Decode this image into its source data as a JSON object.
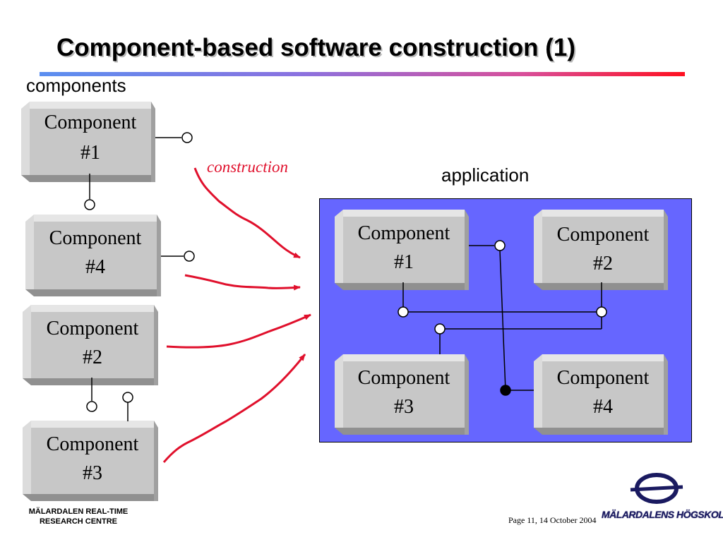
{
  "slide": {
    "title": "Component-based software construction (1)",
    "components_caption": "components",
    "application_caption": "application",
    "construction_label": "construction"
  },
  "left_components": [
    {
      "line1": "Component",
      "line2": "#1"
    },
    {
      "line1": "Component",
      "line2": "#4"
    },
    {
      "line1": "Component",
      "line2": "#2"
    },
    {
      "line1": "Component",
      "line2": "#3"
    }
  ],
  "app_components": [
    {
      "line1": "Component",
      "line2": "#1"
    },
    {
      "line1": "Component",
      "line2": "#2"
    },
    {
      "line1": "Component",
      "line2": "#3"
    },
    {
      "line1": "Component",
      "line2": "#4"
    }
  ],
  "footer": {
    "org_line1": "MÄLARDALEN REAL-TIME",
    "org_line2": "RESEARCH CENTRE",
    "page_text": "Page 11, 14 October 2004",
    "logo_text": "MÄLARDALENS HÖGSKOLA"
  },
  "colors": {
    "application_background": "#6666ff",
    "arrow_color": "#e0102c",
    "component_face": "#c7c7c7",
    "title_bar_start": "#5b8ff0",
    "title_bar_end": "#ff1020"
  }
}
